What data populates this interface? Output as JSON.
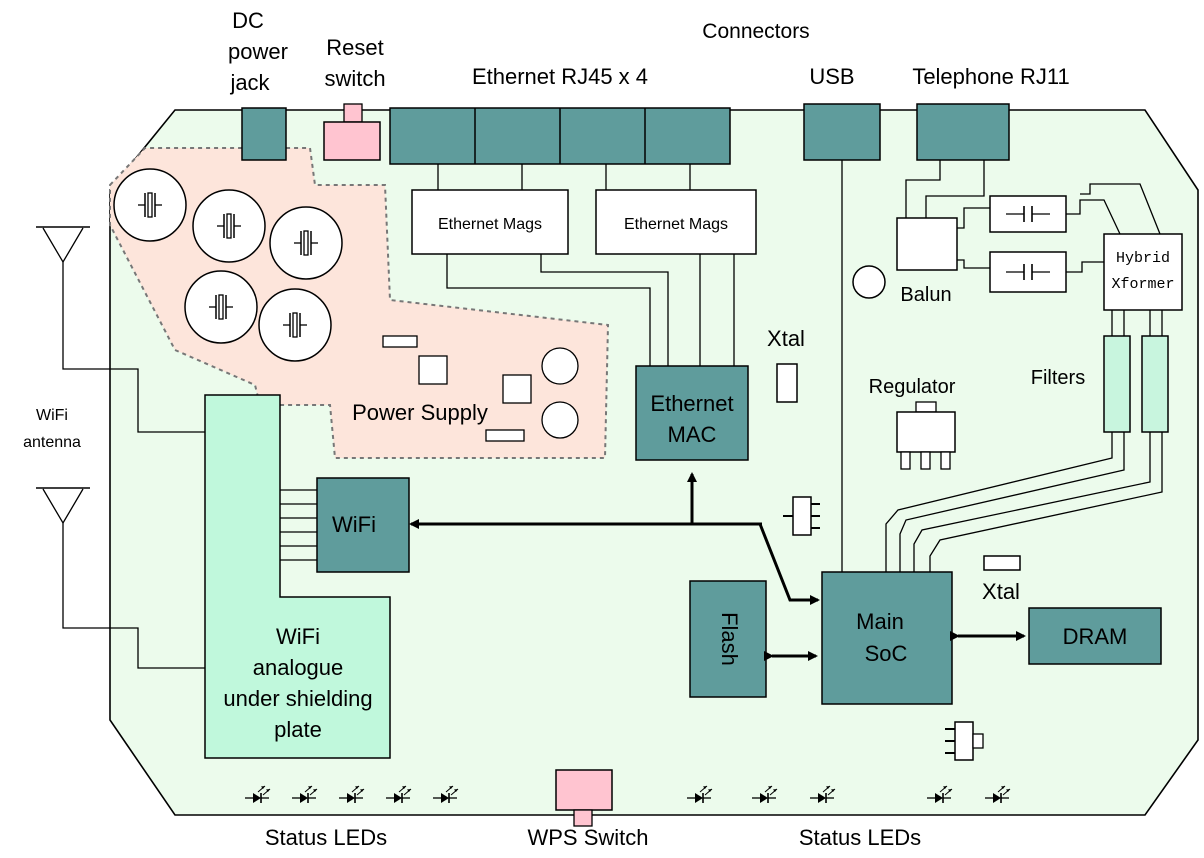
{
  "labels": {
    "connectors": "Connectors",
    "dc_jack": [
      "DC",
      "power",
      "jack"
    ],
    "reset": [
      "Reset",
      "switch"
    ],
    "ethernet_rj45": "Ethernet RJ45 x 4",
    "usb": "USB",
    "telephone": "Telephone RJ11",
    "eth_mags": "Ethernet Mags",
    "balun": "Balun",
    "hybrid": [
      "Hybrid",
      "Xformer"
    ],
    "xtal": "Xtal",
    "filters": "Filters",
    "regulator": "Regulator",
    "power_supply": "Power Supply",
    "ethernet_mac": [
      "Ethernet",
      "MAC"
    ],
    "wifi": "WiFi",
    "wifi_antenna": [
      "WiFi",
      "antenna"
    ],
    "wifi_analogue": [
      "WiFi",
      "analogue",
      "under shielding",
      "plate"
    ],
    "flash": "Flash",
    "main_soc": [
      "Main",
      "SoC"
    ],
    "dram": "DRAM",
    "status_leds": "Status LEDs",
    "wps_switch": "WPS Switch"
  },
  "colors": {
    "board": "#ecfbec",
    "chip": "#5f9c9c",
    "shield": "#c0f8dc",
    "psu_area": "#fde5db",
    "switch": "#ffc4d0",
    "filter": "#c8f5de",
    "line": "#000000"
  }
}
